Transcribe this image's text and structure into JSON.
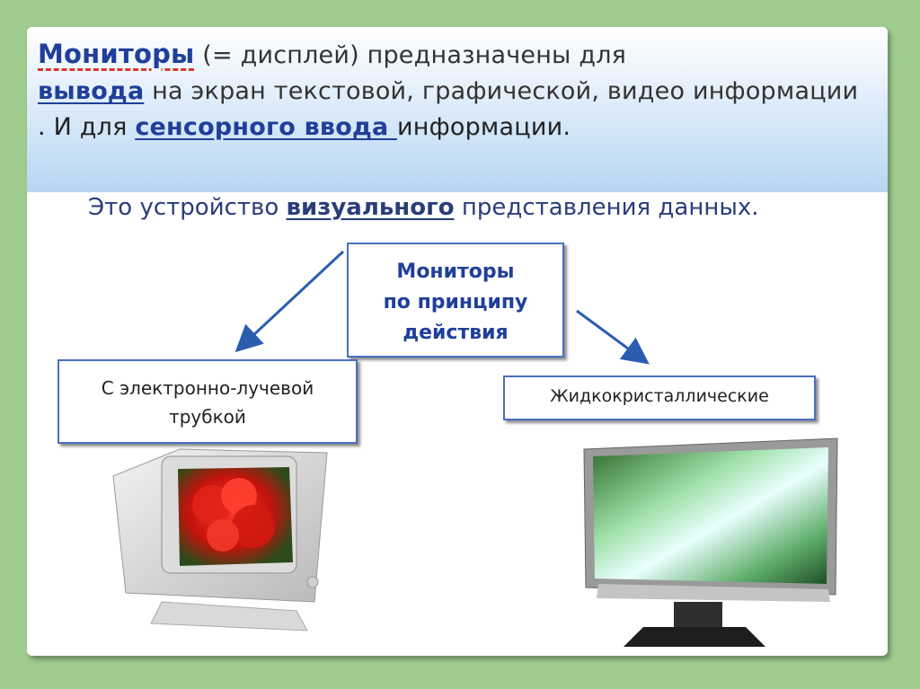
{
  "intro": {
    "term_monitors": "Мониторы",
    "part1": " (= дисплей)  предназначены для",
    "term_output": "вывода",
    "part2": " на экран текстовой, графической, видео информации",
    "dot_and": " . И",
    "part3": " для ",
    "term_touch": "сенсорного ввода ",
    "part4": "информации",
    "end_dot": "."
  },
  "subtitle": {
    "before": "Это устройство ",
    "term": "визуального",
    "after": " представления данных."
  },
  "diagram": {
    "center_line1": "Мониторы",
    "center_line2": "по принципу",
    "center_line3": "действия",
    "left_line1": "С электронно-лучевой",
    "left_line2": "трубкой",
    "right_label": "Жидкокристаллические"
  },
  "colors": {
    "background": "#9fcd8f",
    "accent_blue": "#1f3f9a",
    "box_border": "#4a6fc2",
    "dashed_underline": "#d23b2b"
  }
}
